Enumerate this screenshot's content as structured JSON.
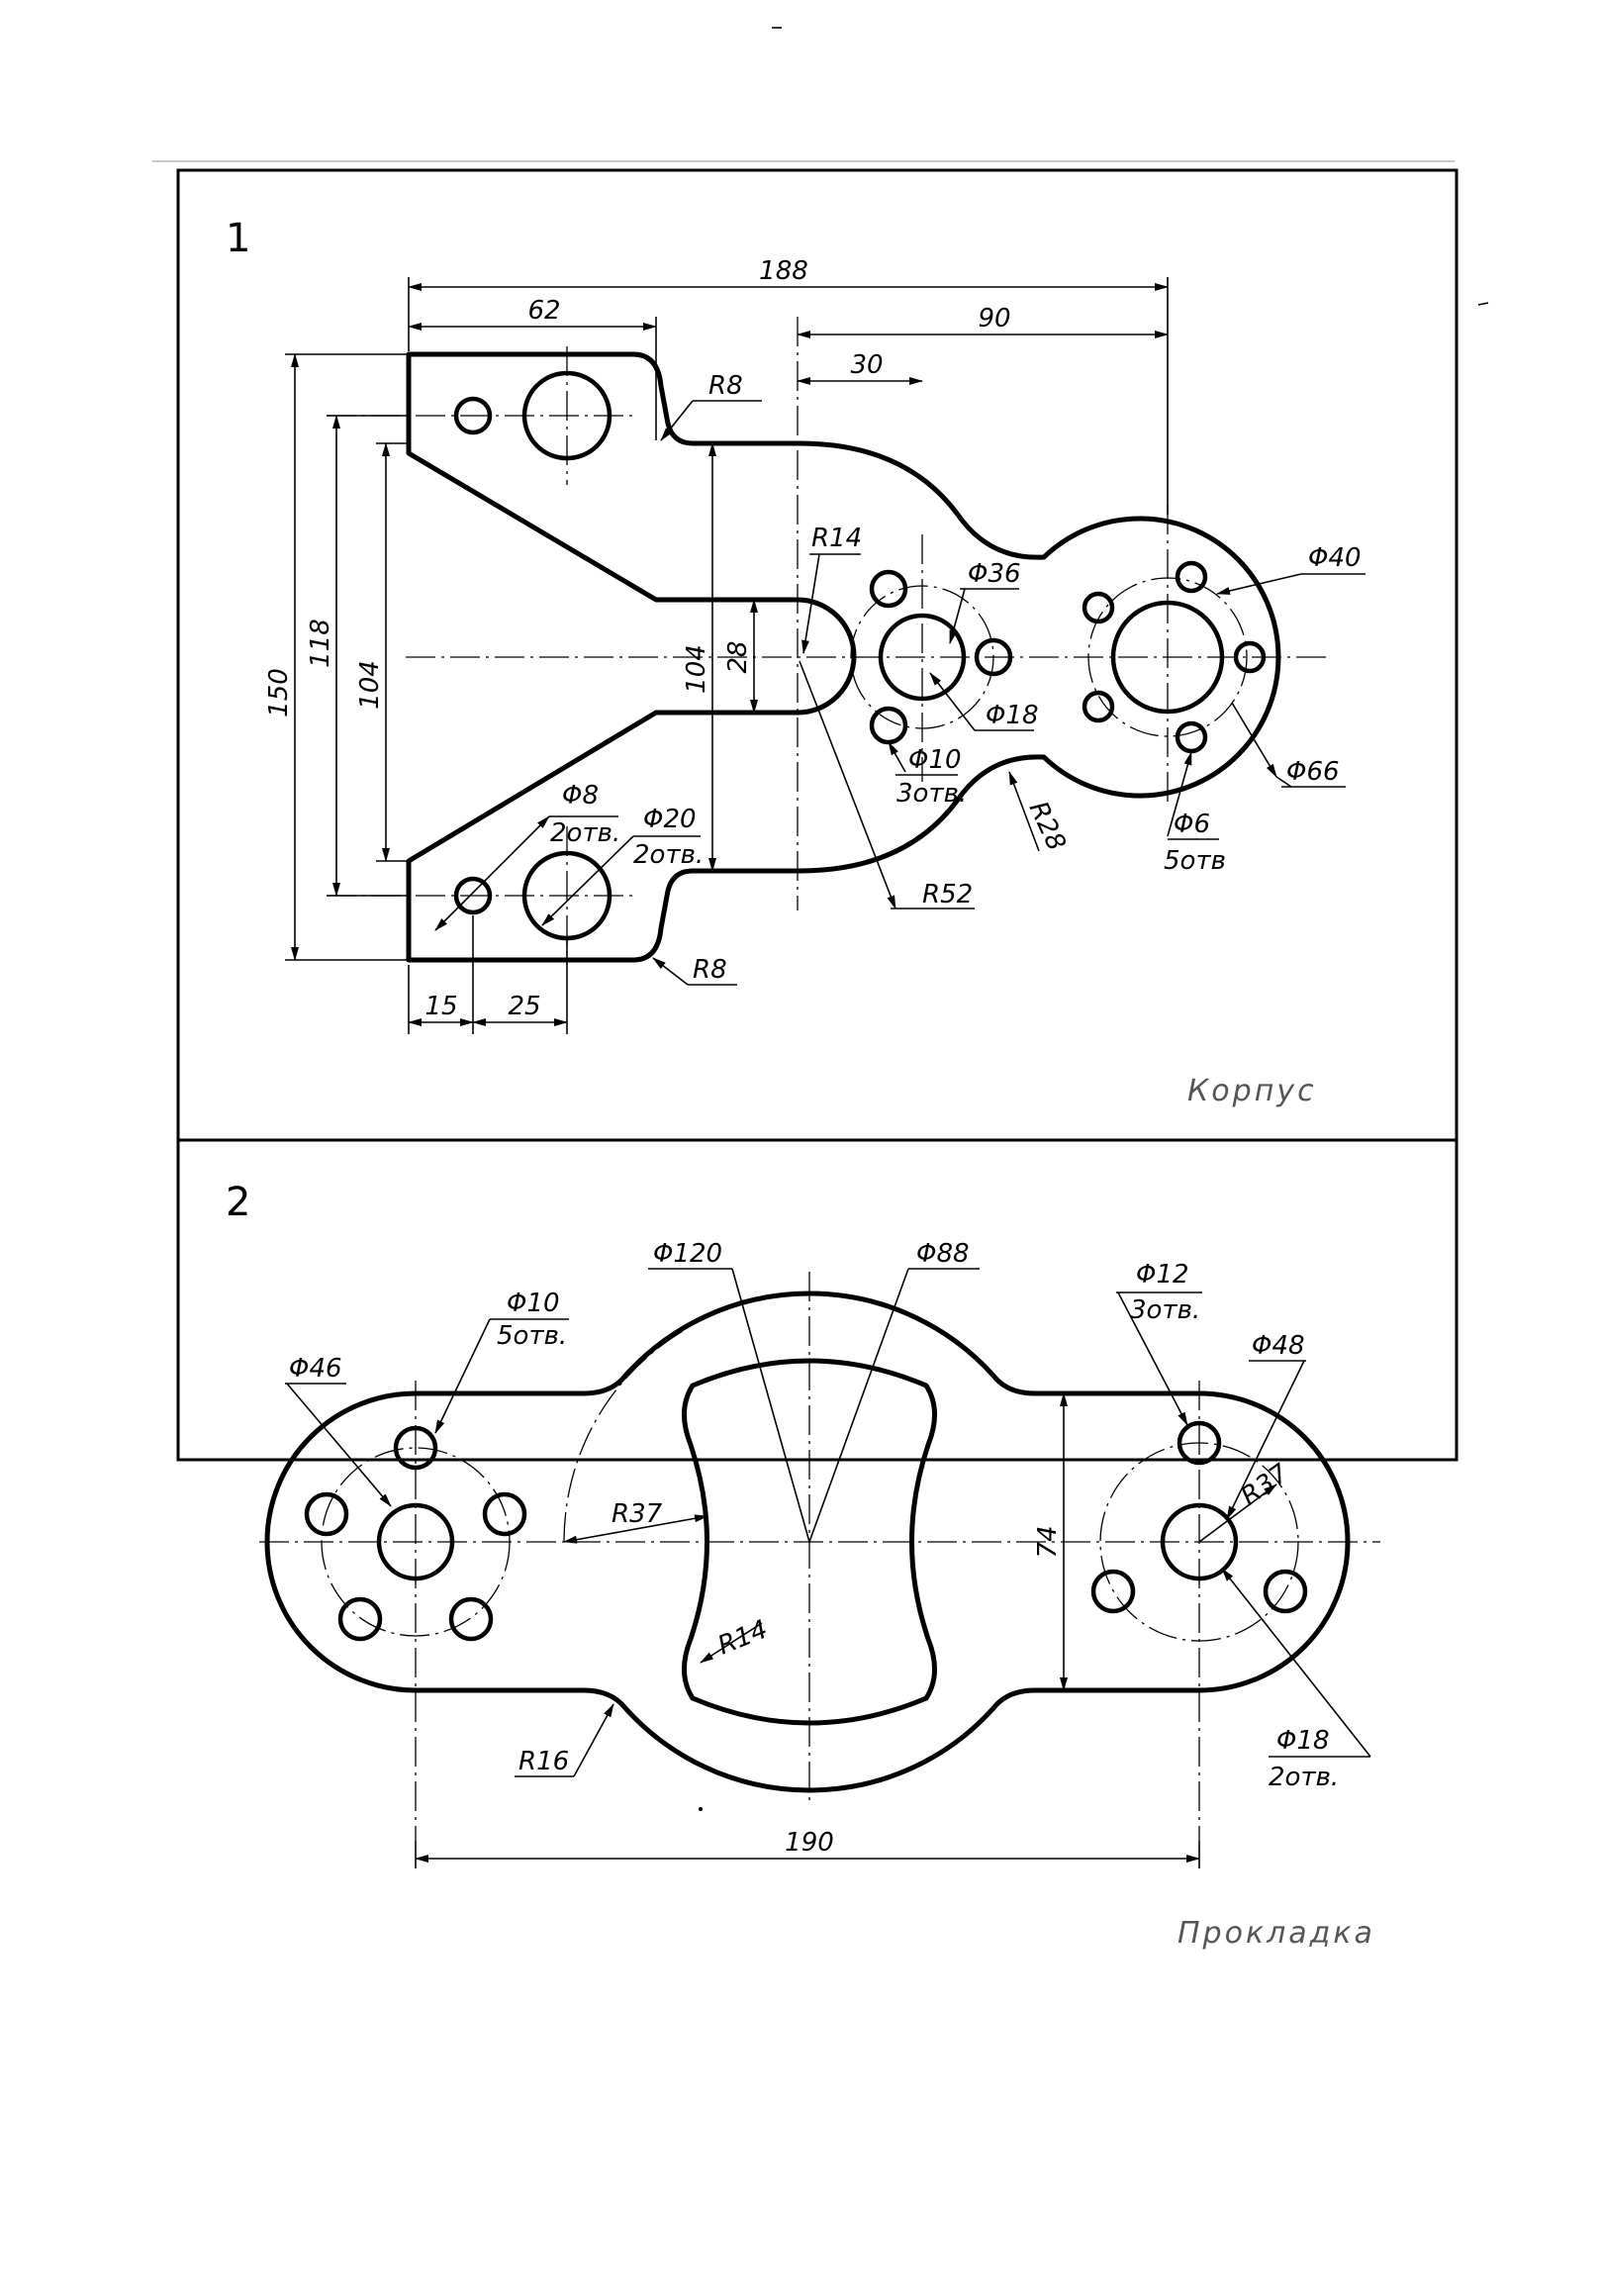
{
  "sheet": {
    "panels": [
      {
        "number": "1",
        "caption": "Корпус",
        "dimensions": {
          "d188": "188",
          "d62": "62",
          "d90": "90",
          "d30": "30",
          "d150": "150",
          "d118": "118",
          "d104a": "104",
          "d104b": "104",
          "d28": "28",
          "d15": "15",
          "d25": "25",
          "r8a": "R8",
          "r8b": "R8",
          "r14": "R14",
          "r28": "R28",
          "r52": "R52",
          "f36": "Φ36",
          "f18": "Φ18",
          "f40": "Φ40",
          "f66": "Φ66",
          "f10": "Φ10",
          "f10n": "3отв.",
          "f6": "Φ6",
          "f6n": "5отв",
          "f8": "Φ8",
          "f8n": "2отв.",
          "f20": "Φ20",
          "f20n": "2отв."
        }
      },
      {
        "number": "2",
        "caption": "Прокладка",
        "dimensions": {
          "f120": "Φ120",
          "f88": "Φ88",
          "f46": "Φ46",
          "f10": "Φ10",
          "f10n": "5отв.",
          "f12": "Φ12",
          "f12n": "3отв.",
          "f48": "Φ48",
          "r37a": "R37",
          "r37b": "R37",
          "r14": "R14",
          "r16": "R16",
          "d74": "74",
          "d190": "190",
          "f18": "Φ18",
          "f18n": "2отв."
        }
      }
    ]
  }
}
